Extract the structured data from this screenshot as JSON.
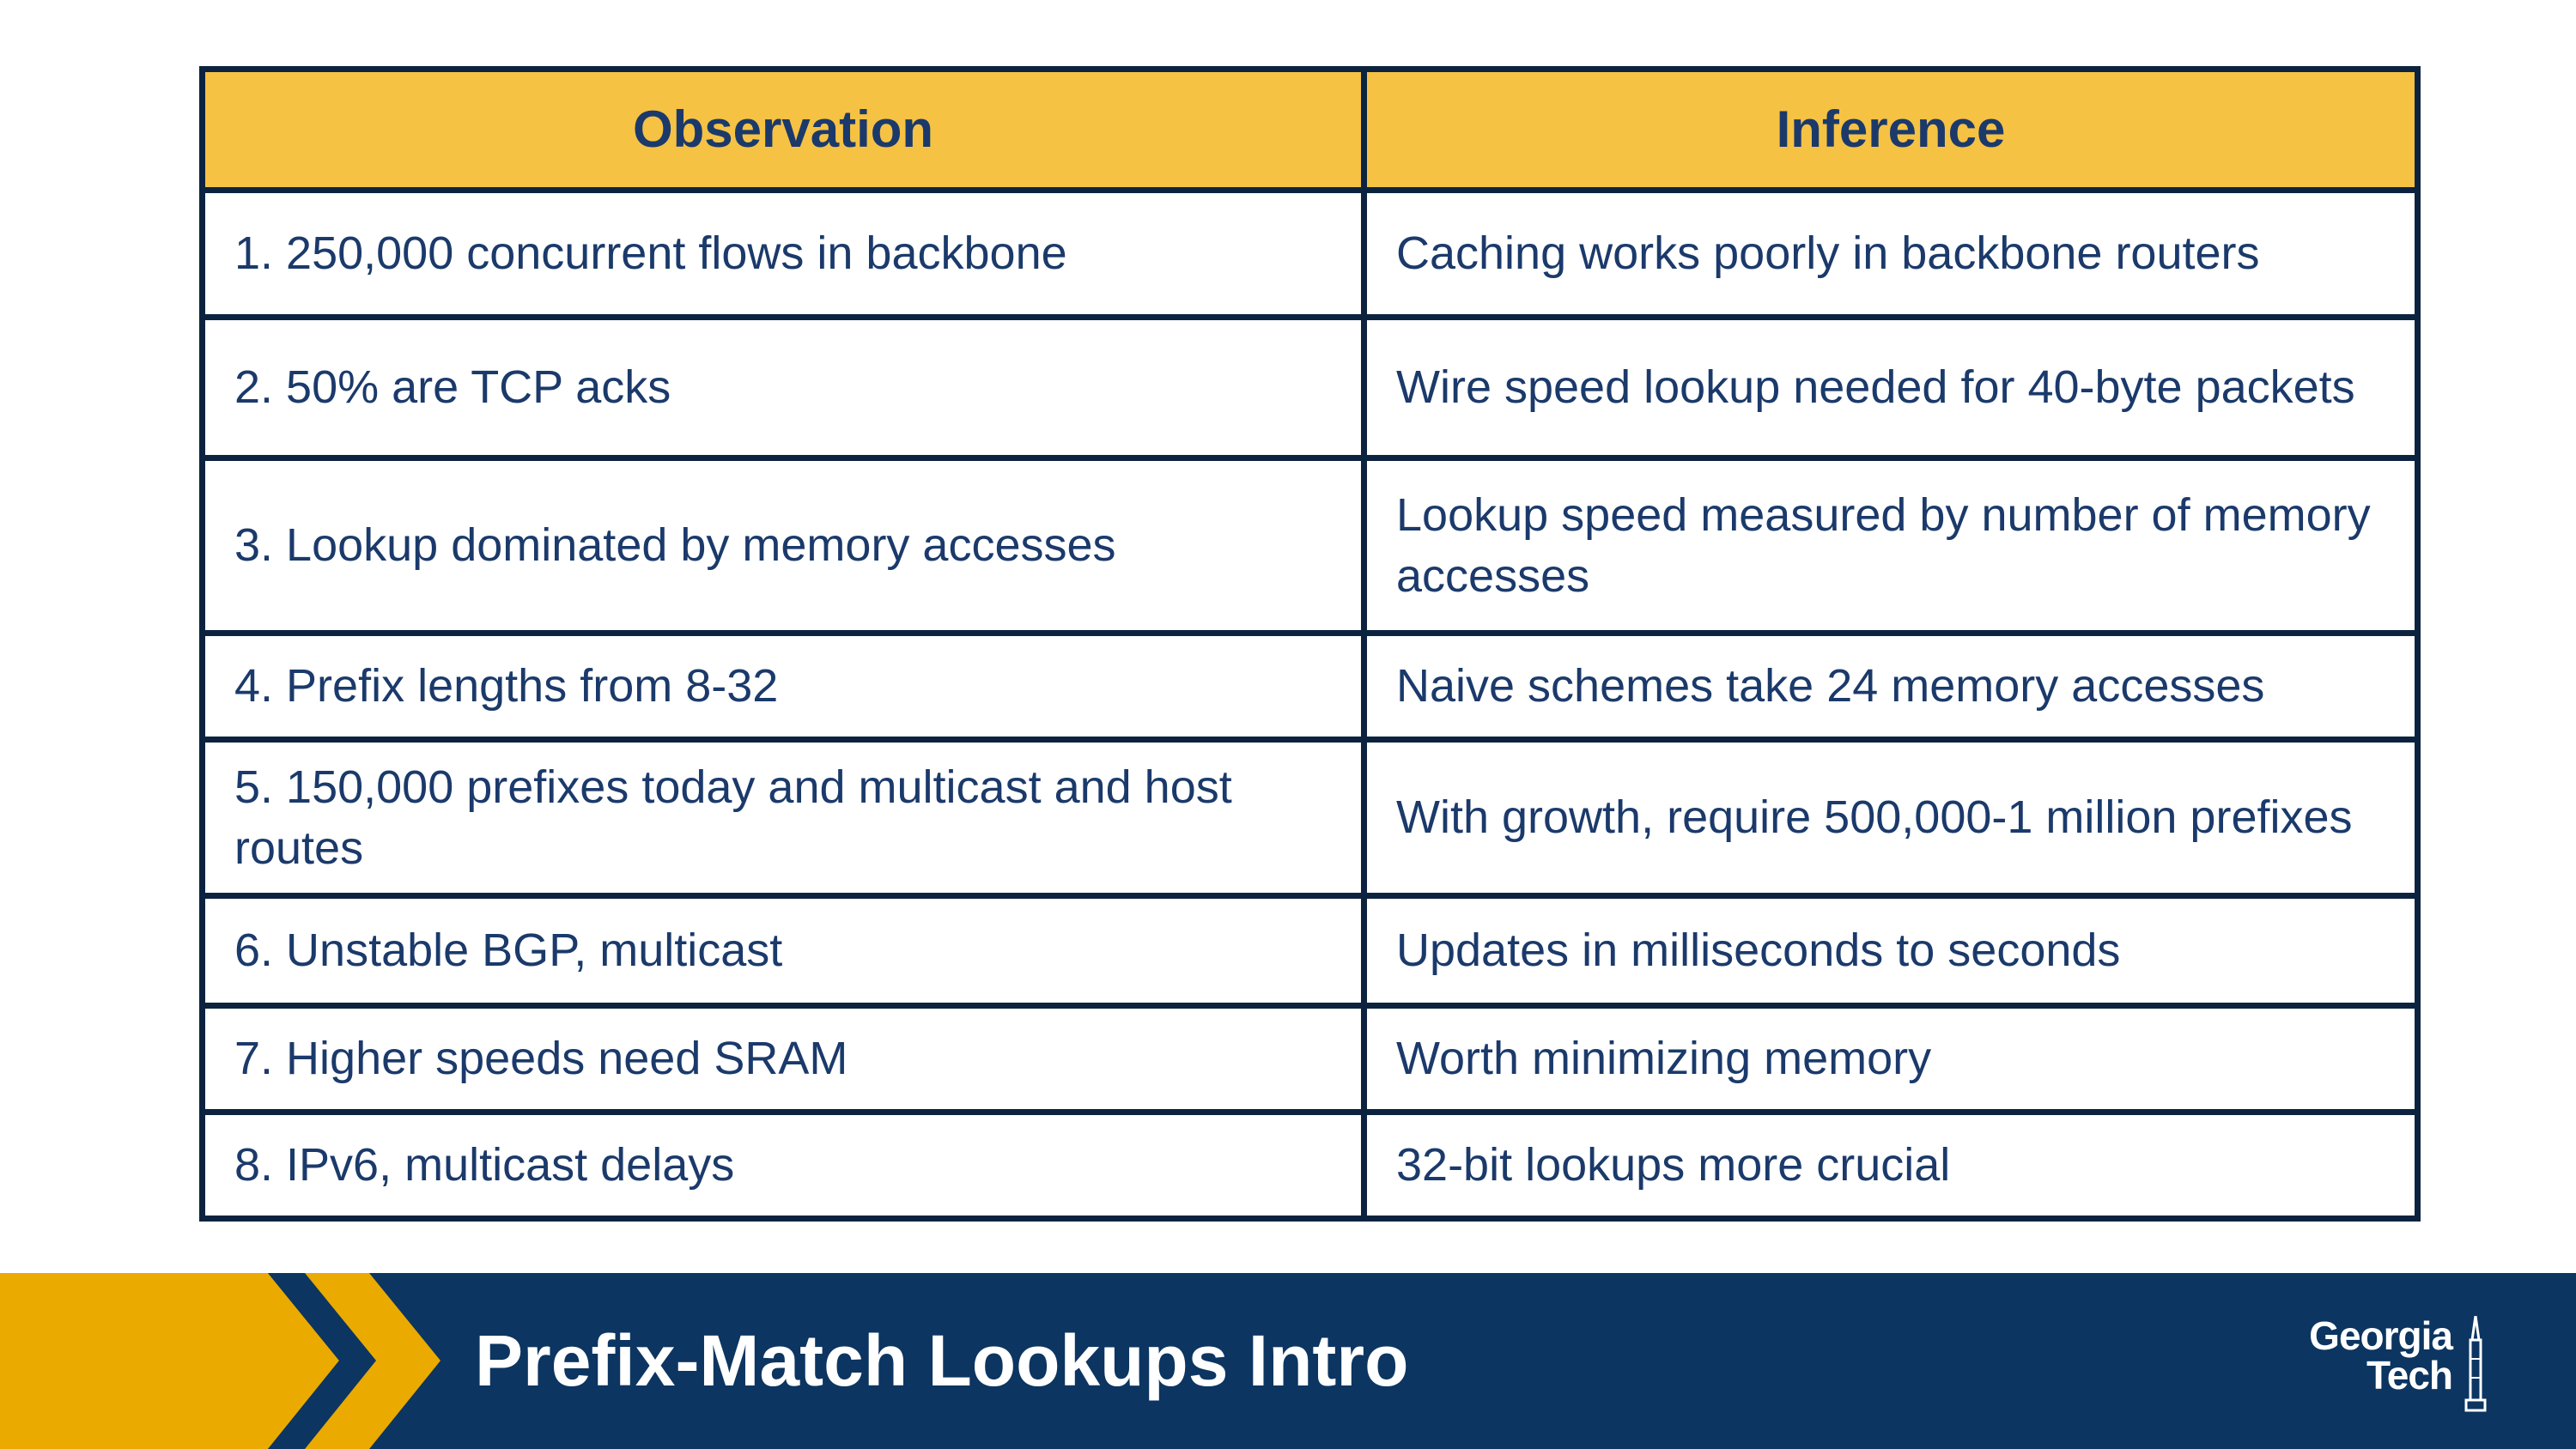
{
  "table": {
    "headers": [
      "Observation",
      "Inference"
    ],
    "rows": [
      {
        "observation": "1. 250,000 concurrent flows in backbone",
        "inference": "Caching works poorly in backbone routers"
      },
      {
        "observation": "2. 50% are TCP acks",
        "inference": "Wire speed lookup needed for 40-byte packets"
      },
      {
        "observation": "3. Lookup dominated by memory accesses",
        "inference": "Lookup speed measured by number of memory accesses"
      },
      {
        "observation": "4. Prefix lengths from 8-32",
        "inference": "Naive schemes take 24 memory accesses"
      },
      {
        "observation": "5. 150,000 prefixes today and multicast and host routes",
        "inference": "With growth, require 500,000-1 million prefixes"
      },
      {
        "observation": "6. Unstable BGP, multicast",
        "inference": "Updates in milliseconds to seconds"
      },
      {
        "observation": "7. Higher speeds need SRAM",
        "inference": "Worth minimizing memory"
      },
      {
        "observation": "8. IPv6, multicast delays",
        "inference": "32-bit lookups more crucial"
      }
    ]
  },
  "footer": {
    "title": "Prefix-Match Lookups Intro",
    "logo_line1": "Georgia",
    "logo_line2": "Tech"
  },
  "colors": {
    "header_bg": "#f6c244",
    "border": "#0c2340",
    "text": "#1b3a6b",
    "footer_bg": "#0c3561",
    "gold": "#eaaa00"
  }
}
